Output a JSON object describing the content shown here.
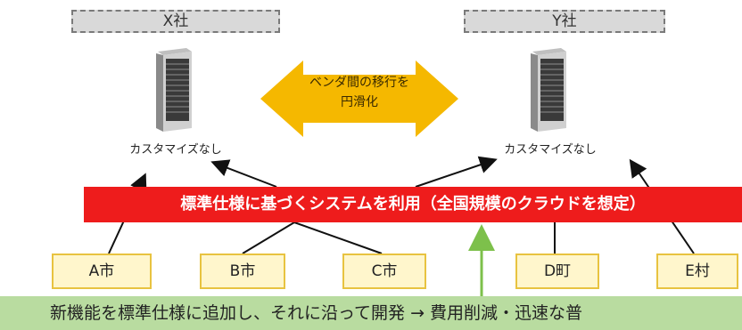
{
  "vendors": {
    "x": {
      "label": "X社",
      "note": "カスタマイズなし"
    },
    "y": {
      "label": "Y社",
      "note": "カスタマイズなし"
    }
  },
  "migration": {
    "line1": "ベンダ間の移行を",
    "line2": "円滑化"
  },
  "banner": {
    "text": "標準仕様に基づくシステムを利用（全国規模のクラウドを想定）"
  },
  "municipalities": [
    "A市",
    "B市",
    "C市",
    "D町",
    "E村"
  ],
  "footer": {
    "text": "新機能を標準仕様に追加し、それに沿って開発 → 費用削減・迅速な普"
  },
  "colors": {
    "banner": "#ee1c1c",
    "migrate_arrow": "#f5b800",
    "footer": "#b9dca0",
    "muni_fill": "#fff6cc",
    "muni_border": "#e8c340",
    "up_arrow": "#7dc04b"
  }
}
